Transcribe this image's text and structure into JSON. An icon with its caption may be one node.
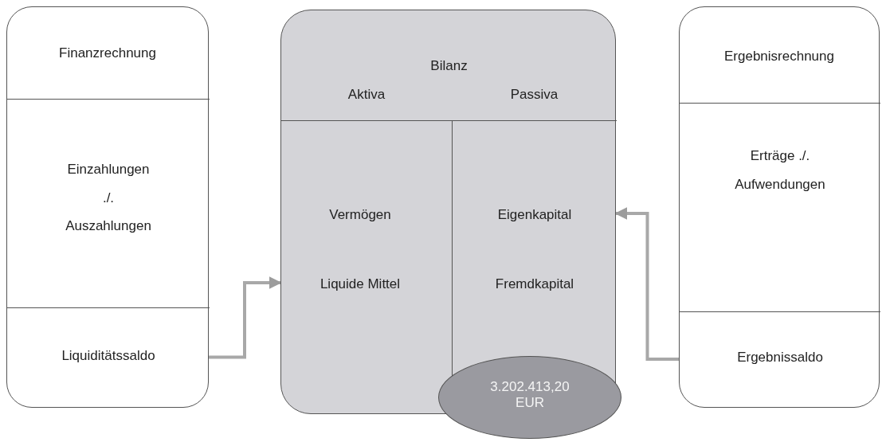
{
  "diagram": {
    "nodes": [
      {
        "text": [
          "Finanzrechnung"
        ]
      },
      {
        "text": [
          "Einzahlungen ./. Auszahlungen"
        ],
        "in": 0
      },
      {
        "text": [
          "Liquiditätssaldo"
        ],
        "in": 0
      },
      {
        "text": [
          "Bilanz",
          "Aktiva",
          "Passiva"
        ]
      },
      {
        "text": [
          "Vermögen",
          "Liquide Mittel"
        ],
        "in": 3
      },
      {
        "text": [
          "Eigenkapital",
          "Fremdkapital"
        ],
        "in": 3
      },
      {
        "text": [
          "3.202.413,20 EUR"
        ]
      },
      {
        "text": [
          "Ergebnisrechnung"
        ]
      },
      {
        "text": [
          "Erträge ./. Aufwendungen"
        ],
        "in": 7
      },
      {
        "text": [
          "Ergebnissaldo"
        ],
        "in": 7
      }
    ],
    "edges": [
      {
        "from": 2,
        "to": 4,
        "arrow": "to"
      },
      {
        "from": 9,
        "to": 5,
        "arrow": "to"
      }
    ]
  }
}
